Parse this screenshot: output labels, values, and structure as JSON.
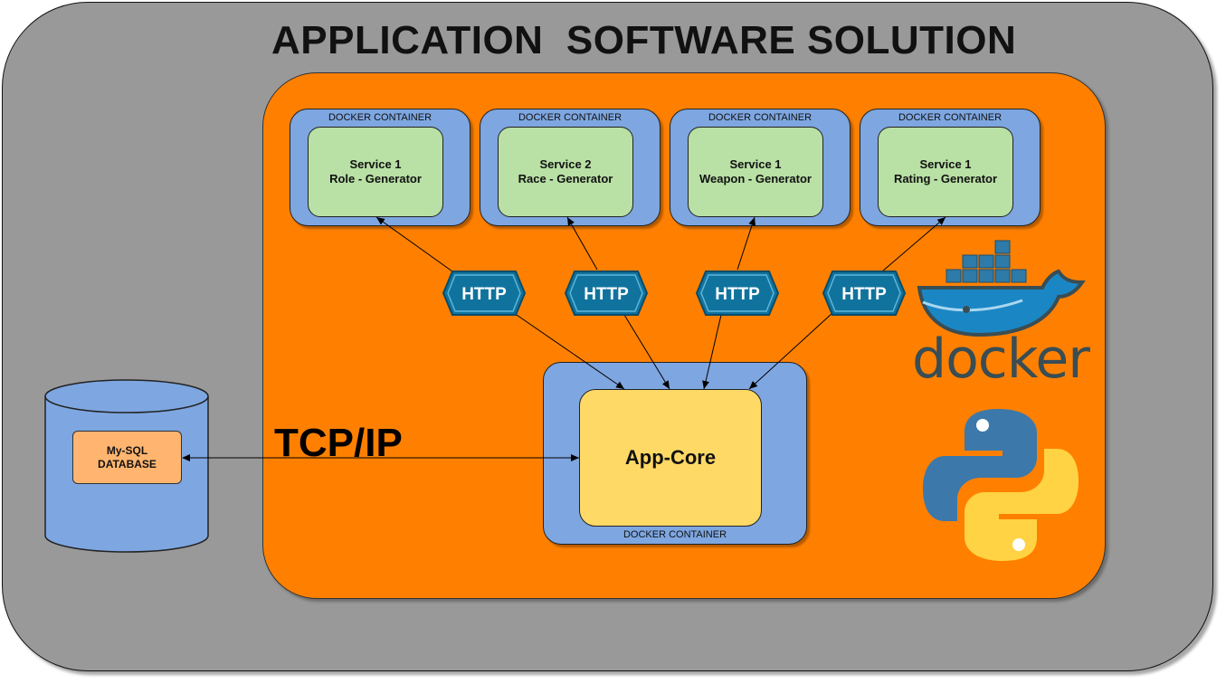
{
  "title": "APPLICATION  SOFTWARE SOLUTION",
  "containers": [
    {
      "label": "DOCKER CONTAINER",
      "service_line1": "Service 1",
      "service_line2": "Role - Generator"
    },
    {
      "label": "DOCKER CONTAINER",
      "service_line1": "Service 2",
      "service_line2": "Race - Generator"
    },
    {
      "label": "DOCKER CONTAINER",
      "service_line1": "Service 1",
      "service_line2": "Weapon - Generator"
    },
    {
      "label": "DOCKER CONTAINER",
      "service_line1": "Service 1",
      "service_line2": "Rating - Generator"
    }
  ],
  "http_labels": [
    "HTTP",
    "HTTP",
    "HTTP",
    "HTTP"
  ],
  "core": {
    "label": "App-Core",
    "container_label": "DOCKER CONTAINER"
  },
  "connection_label": "TCP/IP",
  "database": {
    "line1": "My-SQL",
    "line2": "DATABASE"
  },
  "logos": {
    "docker_wordmark": "docker",
    "docker_icon": "docker-whale-icon",
    "python_icon": "python-logo-icon"
  },
  "colors": {
    "background": "#999999",
    "solution_area": "#ff8000",
    "container": "#7ea6e0",
    "service": "#b9e0a5",
    "core": "#ffd966",
    "database": "#ffb570",
    "http_badge": "#10739e"
  }
}
